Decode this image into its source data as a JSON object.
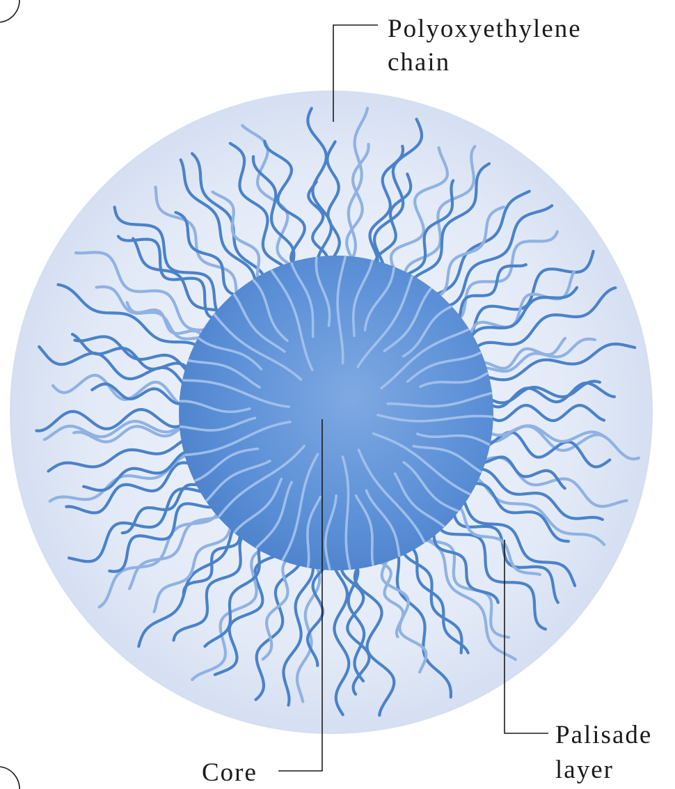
{
  "diagram": {
    "labels": {
      "chain_line1": "Polyoxyethylene",
      "chain_line2": "chain",
      "palisade_line1": "Palisade",
      "palisade_line2": "layer",
      "core": "Core"
    },
    "colors": {
      "outer_layer": "#dfe7f6",
      "core": "#5b8fd6",
      "chain_dark": "#4a82c9",
      "chain_light": "#8fb2e2",
      "leader_lines": "#1a1a1a"
    }
  }
}
